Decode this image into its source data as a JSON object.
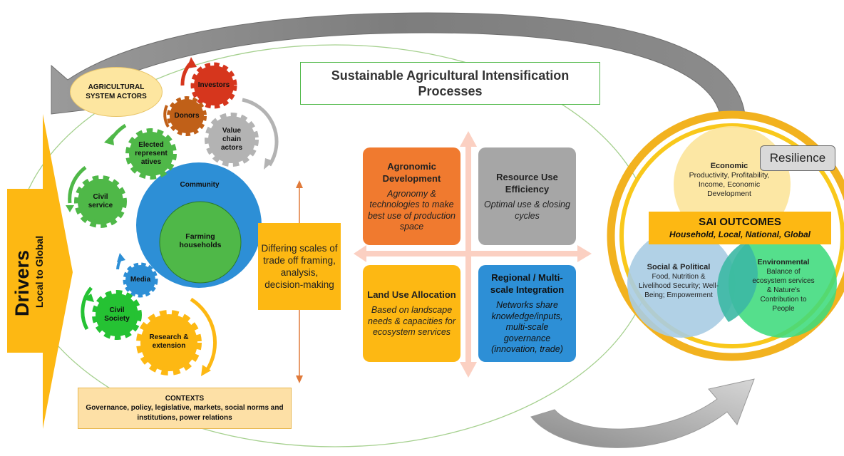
{
  "colors": {
    "orange": "#f07a2f",
    "gray": "#a6a6a6",
    "yellow": "#fdb813",
    "blue": "#2d8fd6",
    "green": "#4fb848",
    "ellipse_border": "#a5d08e",
    "pink_arrow": "#fbd0c2"
  },
  "title": {
    "line1": "Sustainable Agricultural Intensification",
    "line2": "Processes"
  },
  "drivers": {
    "main": "Drivers",
    "sub": "Local to Global"
  },
  "actors": {
    "header": "AGRICULTURAL SYSTEM ACTORS",
    "investors": "Investors",
    "donors": "Donors",
    "value_chain": "Value chain actors",
    "elected": "Elected represent atives",
    "civil_service": "Civil service",
    "community": "Community",
    "farming": "Farming households",
    "media": "Media",
    "civil_society": "Civil Society",
    "research": "Research & extension"
  },
  "contexts": {
    "title": "CONTEXTS",
    "body": "Governance, policy, legislative, markets, social norms and institutions, power relations"
  },
  "tradeoff": "Differing scales of trade off framing, analysis, decision-making",
  "quadrants": {
    "agronomic": {
      "title": "Agronomic Development",
      "body": "Agronomy & technologies to make best use of production space"
    },
    "resource": {
      "title": "Resource Use Efficiency",
      "body": "Optimal use & closing cycles"
    },
    "land": {
      "title": "Land Use Allocation",
      "body": "Based on landscape needs & capacities for ecosystem services"
    },
    "regional": {
      "title": "Regional / Multi-scale Integration",
      "body": "Networks share knowledge/inputs, multi-scale governance (innovation, trade)"
    }
  },
  "outcomes": {
    "resilience": "Resilience",
    "economic_title": "Economic",
    "economic_body": "Productivity, Profitability, Income, Economic Development",
    "sai_title": "SAI OUTCOMES",
    "sai_sub": "Household, Local, National, Global",
    "social_title": "Social & Political",
    "social_body": "Food, Nutrition & Livelihood Security; Well-Being; Empowerment",
    "env_title": "Environmental",
    "env_body": "Balance of ecosystem services & Nature's Contribution to People"
  }
}
